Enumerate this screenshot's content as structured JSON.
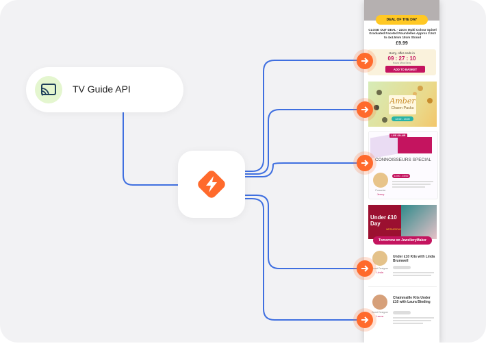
{
  "source": {
    "label": "TV Guide API",
    "icon": "cast-icon"
  },
  "hub": {
    "icon": "lightning-bolt-icon",
    "color": "#ff6a2c"
  },
  "colors": {
    "wire": "#3f6fe0",
    "accent": "#ff6a2c",
    "canvas": "#f2f2f4"
  },
  "email": {
    "deal": {
      "badge": "DEAL OF THE DAY",
      "title": "CLOSE OUT DEAL - 22cts Multi Colour Spinel Graduated Faceted Roundelles Approx 2.5x3 to 4x4.5mm 18cm Strand",
      "price": "£9.99",
      "hurry": "Hurry, offer ends in",
      "countdown": "09 : 27 : 10",
      "countdown_units": "Hours  Mins  Secs",
      "button": "ADD TO BASKET"
    },
    "amber": {
      "title": "Amber",
      "subtitle": "Charm Packs",
      "time": "12:00 - 13:00"
    },
    "conn": {
      "live": "LIVE ON AIR",
      "title": "CONNOISSEURS SPECIAL",
      "time": "14:00 - 15:00",
      "presenter_role": "Presenter",
      "presenter": "Jenny"
    },
    "under10": {
      "title": "Under £10 Day",
      "weekday": "WEDNESDAY"
    },
    "tomorrow": {
      "heading": "Tomorrow on JewelleryMaker"
    },
    "show1": {
      "title": "Under £10 Kits with Linda Brumwell",
      "role": "Guest Designer",
      "name": "Linda"
    },
    "show2": {
      "title": "Chainmaille Kits Under £10 with Laura Binding",
      "role": "Guest Designer",
      "name": "Laura"
    }
  }
}
